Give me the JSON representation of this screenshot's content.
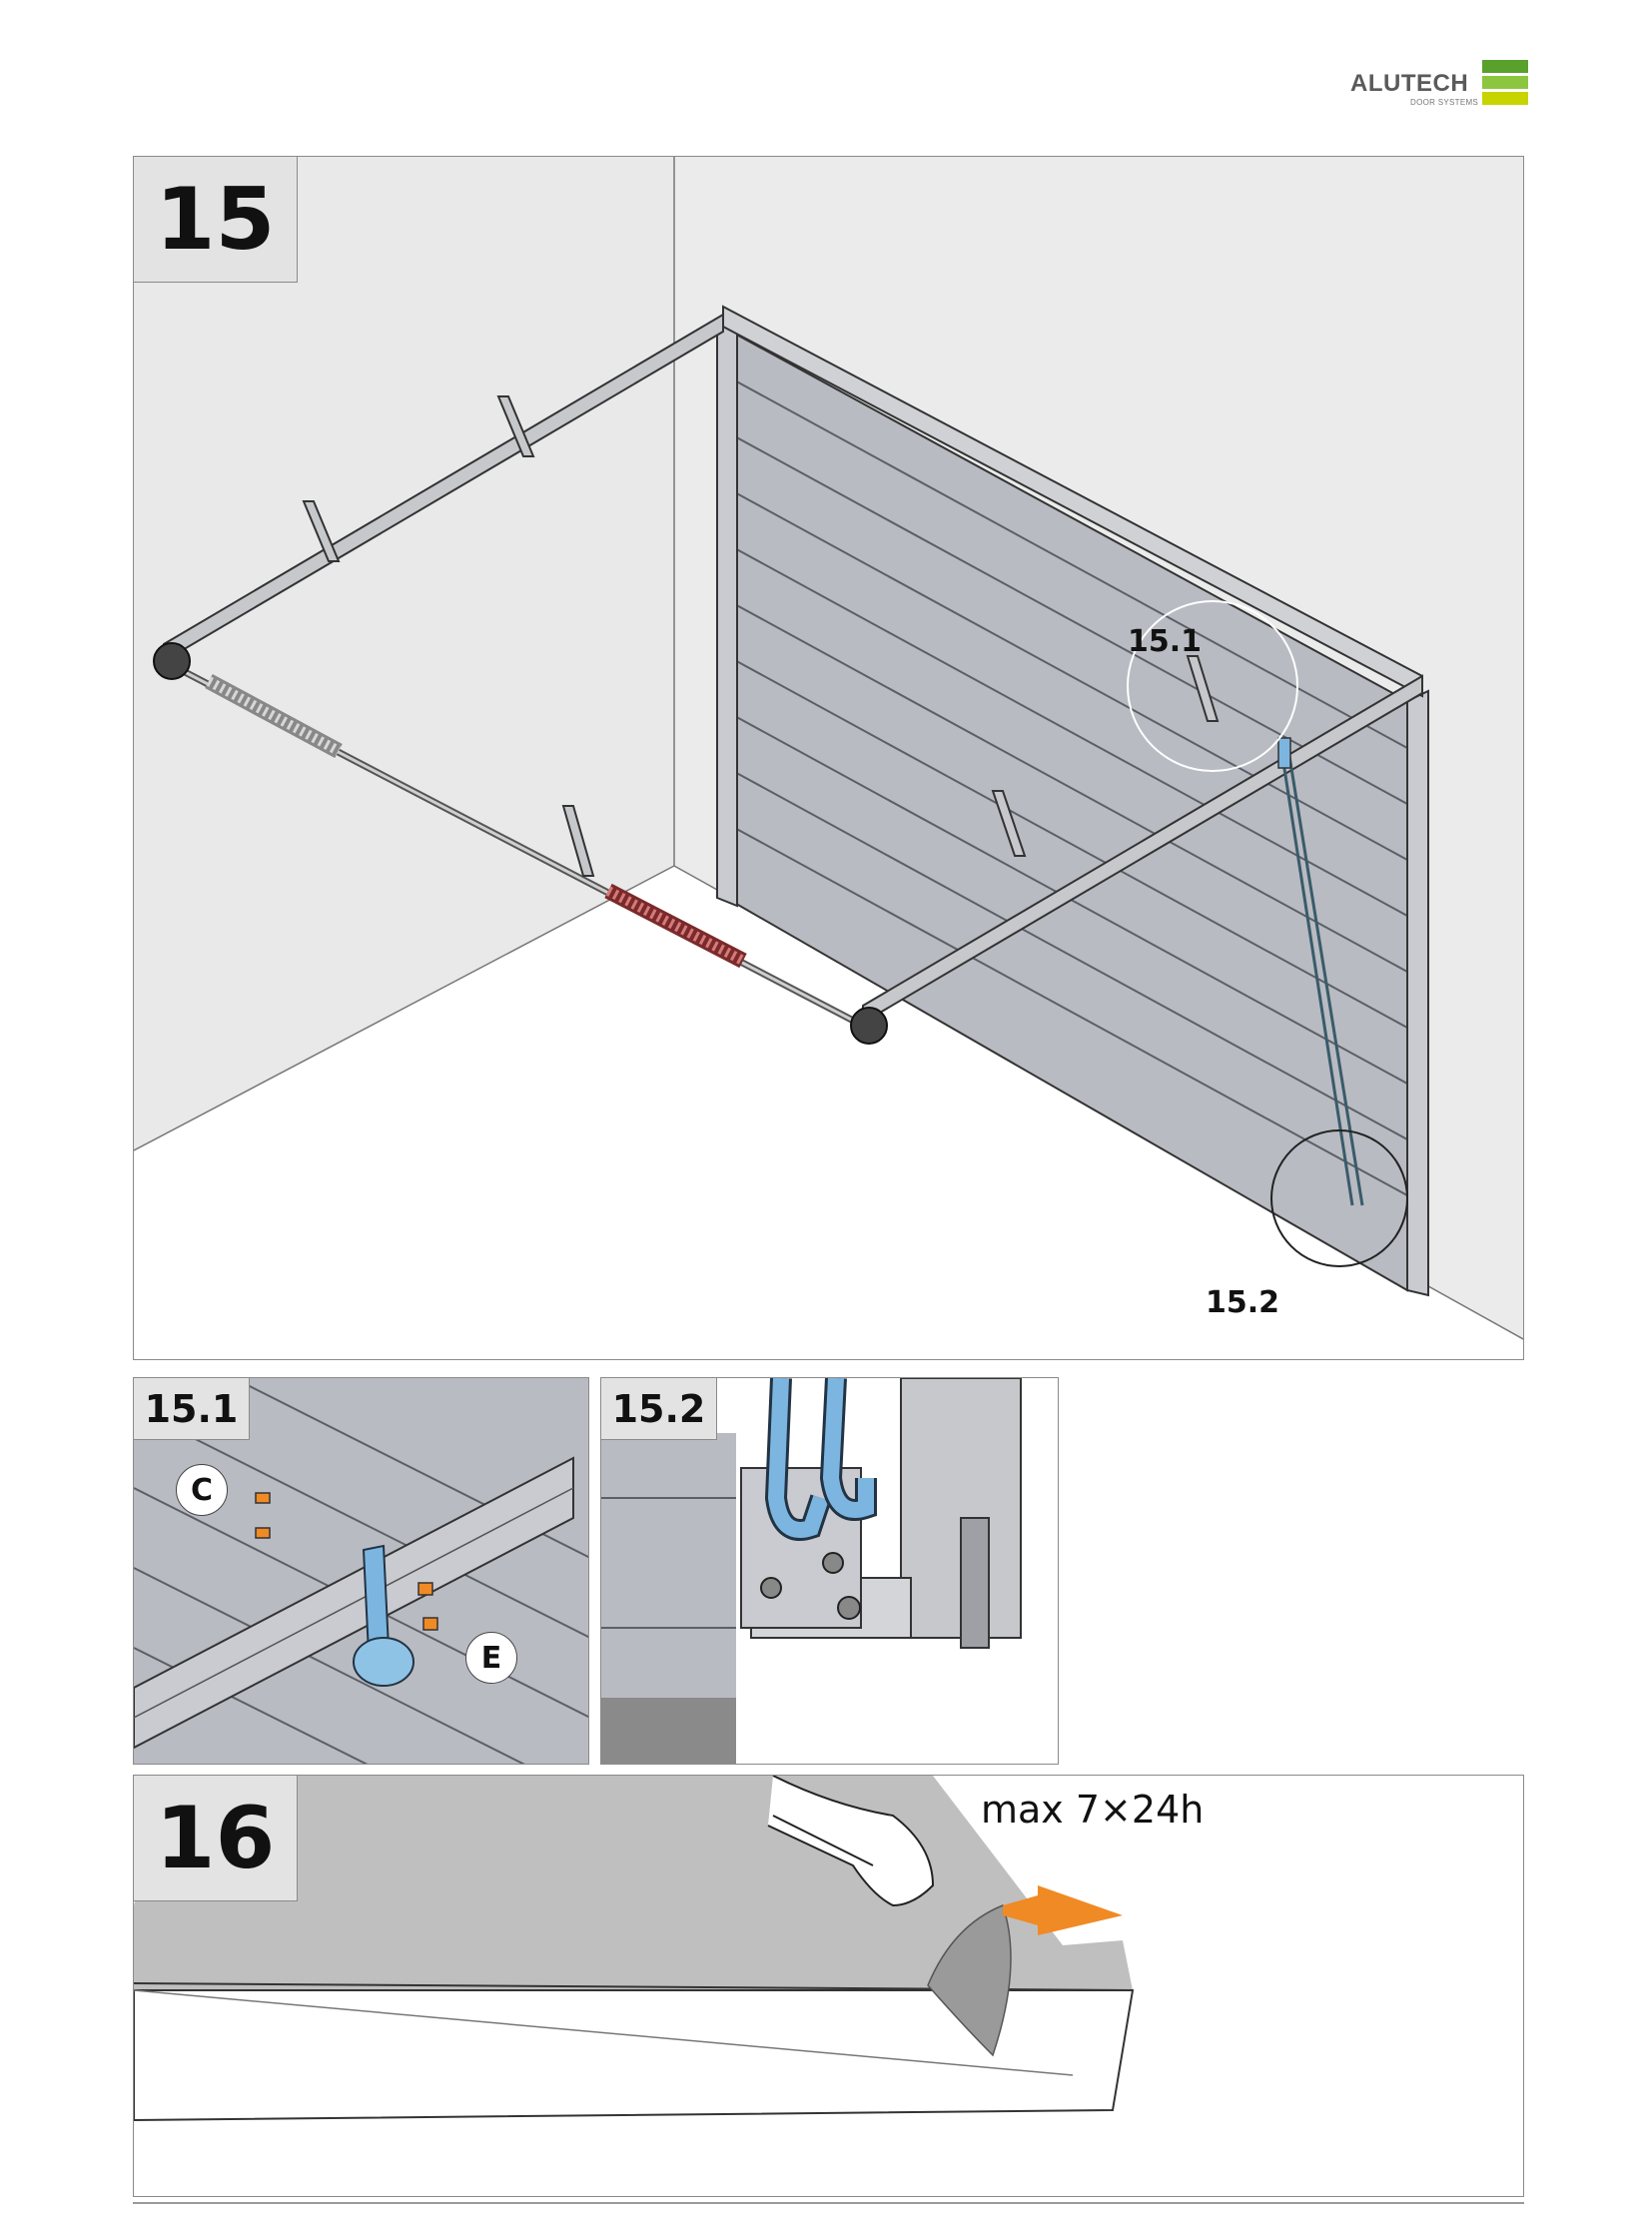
{
  "brand": {
    "name": "ALUTECH",
    "tagline": "DOOR SYSTEMS",
    "colors": [
      "#5aa02c",
      "#8cc63f",
      "#c8d400"
    ]
  },
  "step15": {
    "number": "15",
    "callout_a": "15.1",
    "callout_b": "15.2"
  },
  "detail_1": {
    "label": "15.1",
    "part_c": "C",
    "part_e": "E"
  },
  "detail_2": {
    "label": "15.2"
  },
  "step16": {
    "number": "16",
    "note": "max 7×24h"
  },
  "colors": {
    "accent_orange": "#f08a24",
    "accent_blue": "#7cb6e0",
    "panel_gray": "#b9bbc2"
  }
}
